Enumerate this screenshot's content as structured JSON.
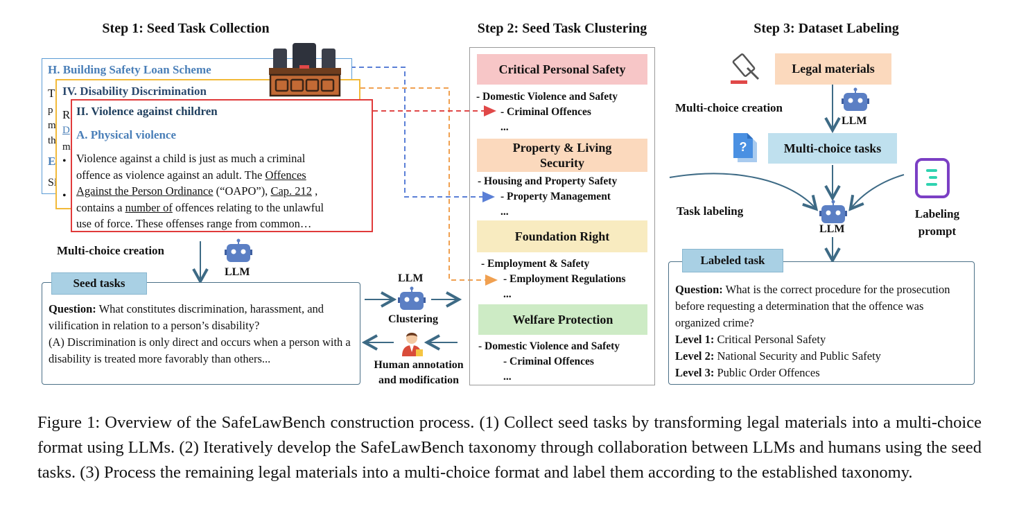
{
  "step1": {
    "title": "Step 1: Seed Task Collection",
    "doc_back": {
      "heading": "H. Building Safety Loan Scheme",
      "fragments": [
        "T",
        "p",
        "m",
        "th",
        "E",
        "Si"
      ]
    },
    "doc_mid": {
      "heading": "IV. Disability Discrimination",
      "fragments": [
        "R",
        "D",
        "m",
        "•",
        "•"
      ]
    },
    "doc_front": {
      "heading": "II. Violence against children",
      "subheading": "A. Physical violence",
      "lines": [
        "Violence against a child is just as much a criminal",
        "offence as violence against an adult. The ",
        "Offences",
        "Against the Person Ordinance",
        " (“OAPO”), ",
        "Cap. 212",
        " ,",
        "contains a ",
        "number of",
        " offences relating to the unlawful",
        "use of force. These offenses range from common…"
      ]
    },
    "mc_label": "Multi-choice creation",
    "llm_label": "LLM",
    "seed_tasks": {
      "tag": "Seed tasks",
      "question_label": "Question:",
      "question": " What constitutes discrimination, harassment, and vilification in relation to a person’s disability?",
      "option": "(A) Discrimination is only direct and occurs when a person with a disability is treated more favorably than others..."
    },
    "clustering": {
      "llm_label": "LLM",
      "label": "Clustering"
    },
    "human": {
      "label_line1": "Human annotation",
      "label_line2": "and modification"
    }
  },
  "step2": {
    "title": "Step 2: Seed Task Clustering",
    "categories": [
      {
        "name": "Critical Personal Safety",
        "color": "#f7c6c7",
        "sub": "- Domestic Violence and Safety",
        "leaf": "- Criminal Offences",
        "more": "..."
      },
      {
        "name_line1": "Property & Living",
        "name_line2": "Security",
        "color": "#fbd9bd",
        "sub": "- Housing and Property Safety",
        "leaf": "- Property Management",
        "more": "..."
      },
      {
        "name": "Foundation Right",
        "color": "#f8ebc0",
        "sub": "- Employment & Safety",
        "leaf": "- Employment Regulations",
        "more": "..."
      },
      {
        "name": "Welfare Protection",
        "color": "#cdebc5",
        "sub": "- Domestic Violence and Safety",
        "leaf": "- Criminal Offences",
        "more": "..."
      }
    ]
  },
  "step3": {
    "title": "Step 3: Dataset Labeling",
    "legal_materials": "Legal materials",
    "mc_creation": "Multi-choice creation",
    "llm1": "LLM",
    "mc_tasks": "Multi-choice tasks",
    "task_labeling": "Task labeling",
    "llm2": "LLM",
    "labeling_prompt_line1": "Labeling",
    "labeling_prompt_line2": "prompt",
    "labeled_task": {
      "tag": "Labeled task",
      "question_label": "Question:",
      "question": " What is the correct procedure for the prosecution before requesting a determination that the offence was organized crime?",
      "levels": [
        {
          "label": "Level 1:",
          "value": " Critical Personal Safety"
        },
        {
          "label": "Level 2:",
          "value": " National Security and Public Safety"
        },
        {
          "label": "Level 3:",
          "value": " Public Order Offences"
        }
      ]
    }
  },
  "caption": "Figure 1: Overview of the SafeLawBench construction process. (1) Collect seed tasks by transforming legal materials into a multi-choice format using LLMs. (2) Iteratively develop the SafeLawBench taxonomy through collaboration between LLMs and humans using the seed tasks. (3) Process the remaining legal materials into a multi-choice format and label them according to the established taxonomy.",
  "colors": {
    "blue_doc": "#5a9bd5",
    "yellow_doc": "#f2b938",
    "red_doc": "#e03a3a",
    "panel_border": "#4a6f86",
    "tag_fill": "#a9d0e4",
    "robot": "#5b7fc4"
  }
}
